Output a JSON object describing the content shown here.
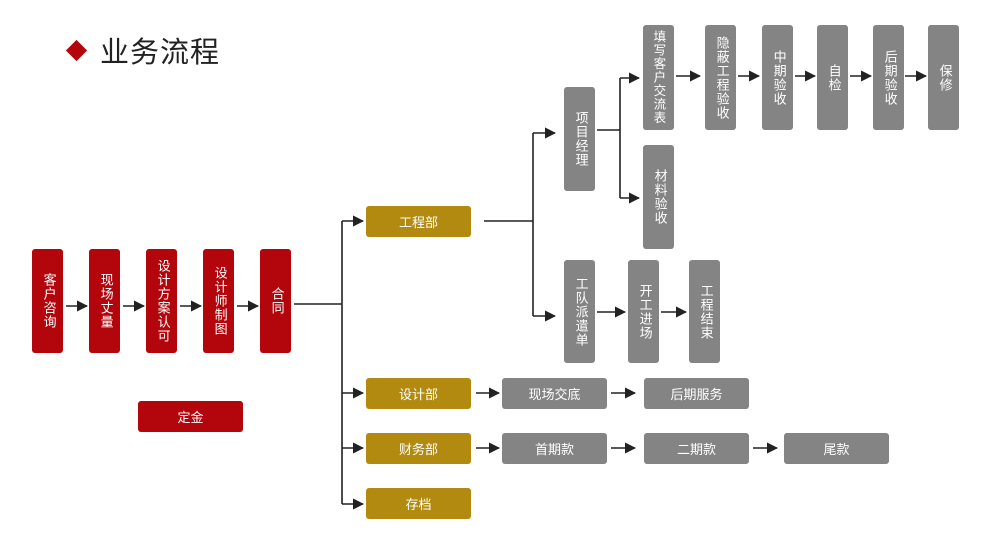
{
  "title": "业务流程",
  "colors": {
    "red": "#b3060c",
    "gold": "#b18a0f",
    "gray": "#848484",
    "line": "#222222"
  },
  "main_steps": [
    "客户咨询",
    "现场丈量",
    "设计方案认可",
    "设计师制图",
    "合同"
  ],
  "deposit": "定金",
  "departments": {
    "engineering": "工程部",
    "design": "设计部",
    "finance": "财务部",
    "archive": "存档"
  },
  "engineering": {
    "project_manager": "项目经理",
    "pm_top": [
      "填写客户交流表",
      "隐蔽工程验收",
      "中期验收",
      "自检",
      "后期验收",
      "保修"
    ],
    "material_check": "材料验收",
    "team_steps": [
      "工队派遣单",
      "开工进场",
      "工程结束"
    ]
  },
  "design_steps": [
    "现场交底",
    "后期服务"
  ],
  "finance_steps": [
    "首期款",
    "二期款",
    "尾款"
  ]
}
